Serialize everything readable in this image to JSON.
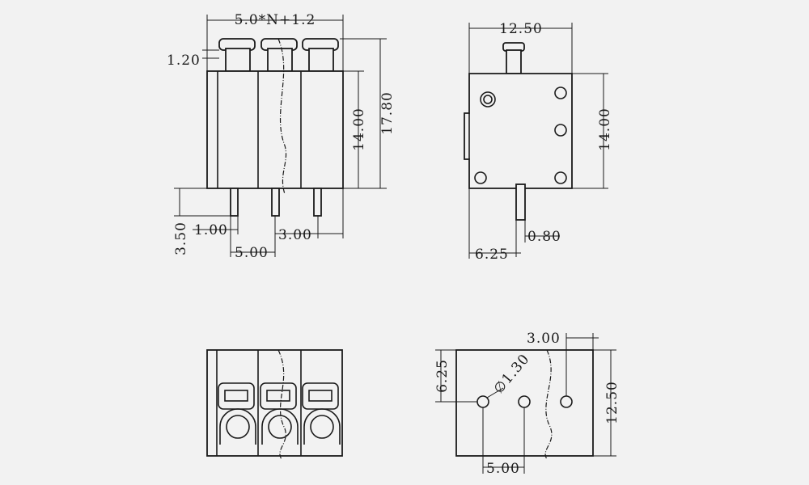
{
  "front_view": {
    "width_label": "5.0*N+1.2",
    "overall_height": "17.80",
    "body_height": "14.00",
    "button_step": "1.20",
    "pin_length": "3.50",
    "pin_width": "1.00",
    "pitch": "5.00",
    "pin_offset": "3.00"
  },
  "side_view": {
    "depth": "12.50",
    "height": "14.00",
    "pin_width": "0.80",
    "pin_position": "6.25"
  },
  "top_view": {
    "positions": 3
  },
  "bottom_view": {
    "hole_offset": "3.00",
    "hole_row": "6.25",
    "hole_diameter": "∅1.30",
    "depth": "12.50",
    "pitch": "5.00"
  },
  "colors": {
    "line": "#1a1a1a",
    "background": "#f2f2f2"
  }
}
